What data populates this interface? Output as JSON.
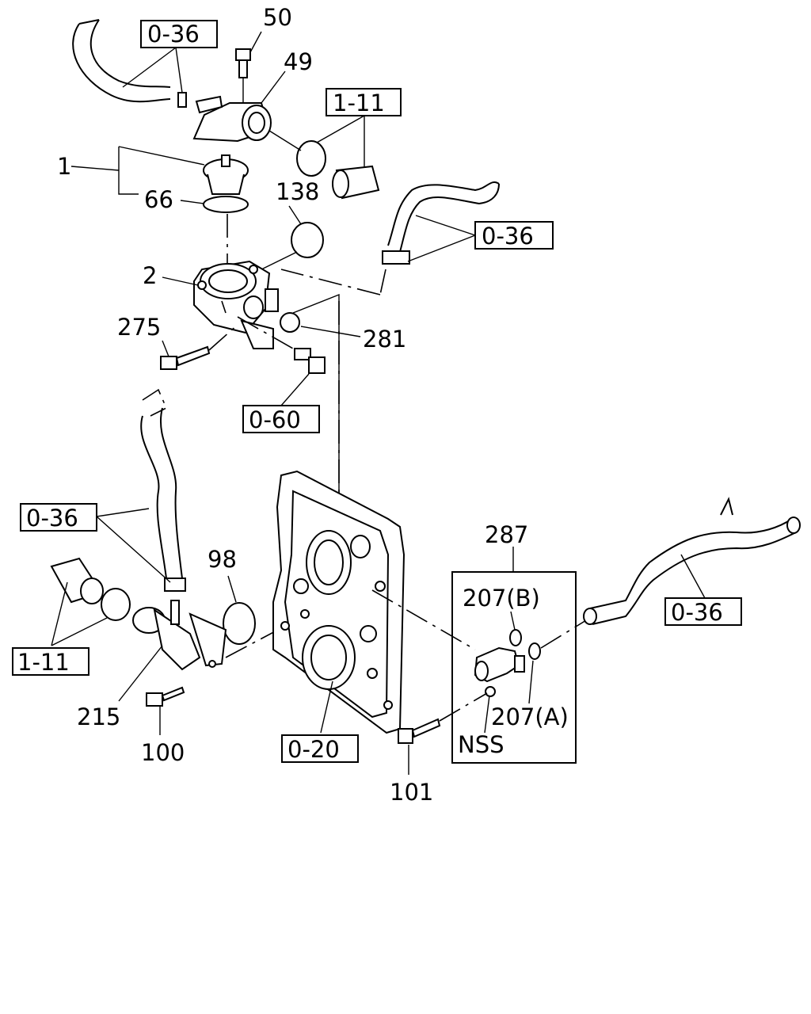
{
  "callouts": {
    "p50": "50",
    "p49": "49",
    "p1": "1",
    "p66": "66",
    "p138": "138",
    "p2": "2",
    "p275": "275",
    "p281": "281",
    "p98": "98",
    "p215": "215",
    "p100": "100",
    "p287": "287",
    "p207b": "207(B)",
    "p207a": "207(A)",
    "nss": "NSS",
    "p101": "101"
  },
  "refs": {
    "r036_top": "0-36",
    "r111_top": "1-11",
    "r036_right": "0-36",
    "r060": "0-60",
    "r036_left": "0-36",
    "r111_left": "1-11",
    "r020": "0-20",
    "r036_lowright": "0-36"
  }
}
